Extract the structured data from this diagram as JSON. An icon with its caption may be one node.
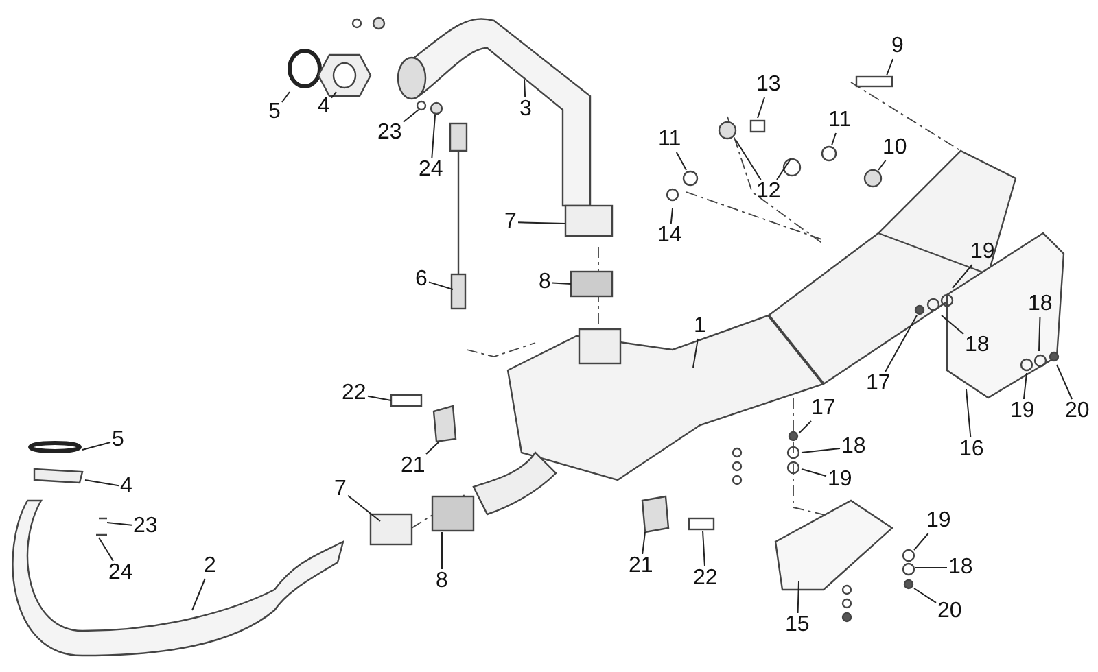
{
  "diagram": {
    "nodes": [
      {
        "text": [
          "9"
        ]
      },
      {
        "text": [
          "13"
        ]
      },
      {
        "text": [
          "5"
        ]
      },
      {
        "text": [
          "4"
        ]
      },
      {
        "text": [
          "3"
        ]
      },
      {
        "text": [
          "11"
        ]
      },
      {
        "text": [
          "10"
        ]
      },
      {
        "text": [
          "23"
        ]
      },
      {
        "text": [
          "11"
        ]
      },
      {
        "text": [
          "12"
        ]
      },
      {
        "text": [
          "24"
        ]
      },
      {
        "text": [
          "14"
        ]
      },
      {
        "text": [
          "7"
        ]
      },
      {
        "text": [
          "8"
        ]
      },
      {
        "text": [
          "19"
        ]
      },
      {
        "text": [
          "6"
        ]
      },
      {
        "text": [
          "1"
        ]
      },
      {
        "text": [
          "18"
        ]
      },
      {
        "text": [
          "17"
        ]
      },
      {
        "text": [
          "18"
        ]
      },
      {
        "text": [
          "22"
        ]
      },
      {
        "text": [
          "19"
        ]
      },
      {
        "text": [
          "20"
        ]
      },
      {
        "text": [
          "5"
        ]
      },
      {
        "text": [
          "21"
        ]
      },
      {
        "text": [
          "17"
        ]
      },
      {
        "text": [
          "16"
        ]
      },
      {
        "text": [
          "18"
        ]
      },
      {
        "text": [
          "19"
        ]
      },
      {
        "text": [
          "4"
        ]
      },
      {
        "text": [
          "7"
        ]
      },
      {
        "text": [
          "23"
        ]
      },
      {
        "text": [
          "19"
        ]
      },
      {
        "text": [
          "18"
        ]
      },
      {
        "text": [
          "24"
        ]
      },
      {
        "text": [
          "2"
        ]
      },
      {
        "text": [
          "20"
        ]
      },
      {
        "text": [
          "8"
        ]
      },
      {
        "text": [
          "21"
        ]
      },
      {
        "text": [
          "22"
        ]
      },
      {
        "text": [
          "15"
        ]
      }
    ],
    "edges": [
      {
        "from": 0,
        "to": null,
        "arrow": "none"
      },
      {
        "from": 1,
        "to": null,
        "arrow": "none"
      },
      {
        "from": 2,
        "to": null,
        "arrow": "none"
      },
      {
        "from": 3,
        "to": null,
        "arrow": "none"
      },
      {
        "from": 4,
        "to": null,
        "arrow": "none"
      },
      {
        "from": 5,
        "to": null,
        "arrow": "none"
      },
      {
        "from": 6,
        "to": null,
        "arrow": "none"
      },
      {
        "from": 7,
        "to": null,
        "arrow": "none"
      },
      {
        "from": 8,
        "to": null,
        "arrow": "none"
      },
      {
        "from": 9,
        "to": null,
        "arrow": "none"
      },
      {
        "from": 9,
        "to": null,
        "arrow": "none"
      },
      {
        "from": 10,
        "to": null,
        "arrow": "none"
      },
      {
        "from": 11,
        "to": null,
        "arrow": "none"
      },
      {
        "from": 12,
        "to": null,
        "arrow": "none"
      },
      {
        "from": 13,
        "to": null,
        "arrow": "none"
      },
      {
        "from": 14,
        "to": null,
        "arrow": "none"
      },
      {
        "from": 15,
        "to": null,
        "arrow": "none"
      },
      {
        "from": 16,
        "to": null,
        "arrow": "none"
      },
      {
        "from": 17,
        "to": null,
        "arrow": "none"
      },
      {
        "from": 18,
        "to": null,
        "arrow": "none"
      },
      {
        "from": 19,
        "to": null,
        "arrow": "none"
      },
      {
        "from": 20,
        "to": null,
        "arrow": "none"
      },
      {
        "from": 21,
        "to": null,
        "arrow": "none"
      },
      {
        "from": 22,
        "to": null,
        "arrow": "none"
      },
      {
        "from": 23,
        "to": null,
        "arrow": "none"
      },
      {
        "from": 24,
        "to": null,
        "arrow": "none"
      },
      {
        "from": 25,
        "to": null,
        "arrow": "none"
      },
      {
        "from": 26,
        "to": null,
        "arrow": "none"
      },
      {
        "from": 27,
        "to": null,
        "arrow": "none"
      },
      {
        "from": 28,
        "to": null,
        "arrow": "none"
      },
      {
        "from": 29,
        "to": null,
        "arrow": "none"
      },
      {
        "from": 30,
        "to": null,
        "arrow": "none"
      },
      {
        "from": 31,
        "to": null,
        "arrow": "none"
      },
      {
        "from": 32,
        "to": null,
        "arrow": "none"
      },
      {
        "from": 33,
        "to": null,
        "arrow": "none"
      },
      {
        "from": 34,
        "to": null,
        "arrow": "none"
      },
      {
        "from": 35,
        "to": null,
        "arrow": "none"
      },
      {
        "from": 36,
        "to": null,
        "arrow": "none"
      },
      {
        "from": 37,
        "to": null,
        "arrow": "none"
      },
      {
        "from": 38,
        "to": null,
        "arrow": "none"
      },
      {
        "from": 39,
        "to": null,
        "arrow": "none"
      },
      {
        "from": 40,
        "to": null,
        "arrow": "none"
      }
    ]
  }
}
